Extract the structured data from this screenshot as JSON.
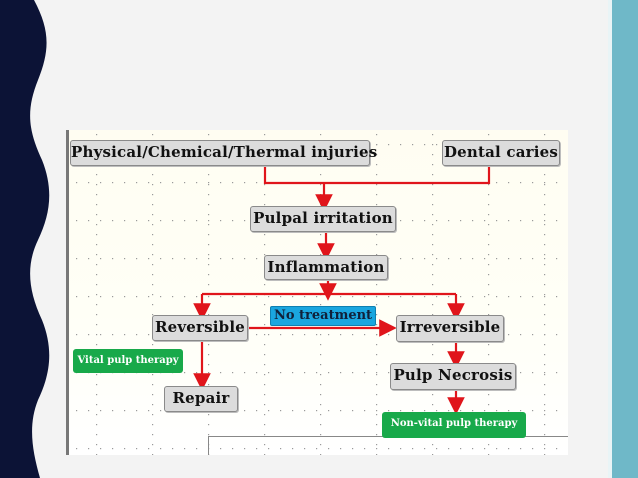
{
  "colors": {
    "arrow": "#e0151b",
    "node_fill": "#dcdcdc",
    "tag_green": "#18a94a",
    "tag_blue": "#1aa6df",
    "accent_strip": "#6fb8c8",
    "wave": "#0c1336"
  },
  "nodes": {
    "injuries": "Physical/Chemical/Thermal injuries",
    "caries": "Dental caries",
    "irritation": "Pulpal irritation",
    "inflammation": "Inflammation",
    "reversible": "Reversible",
    "irreversible": "Irreversible",
    "necrosis": "Pulp Necrosis",
    "repair": "Repair"
  },
  "labels": {
    "no_treatment": "No treatment",
    "vital_therapy": "Vital pulp therapy",
    "nonvital_therapy": "Non-vital pulp therapy"
  }
}
